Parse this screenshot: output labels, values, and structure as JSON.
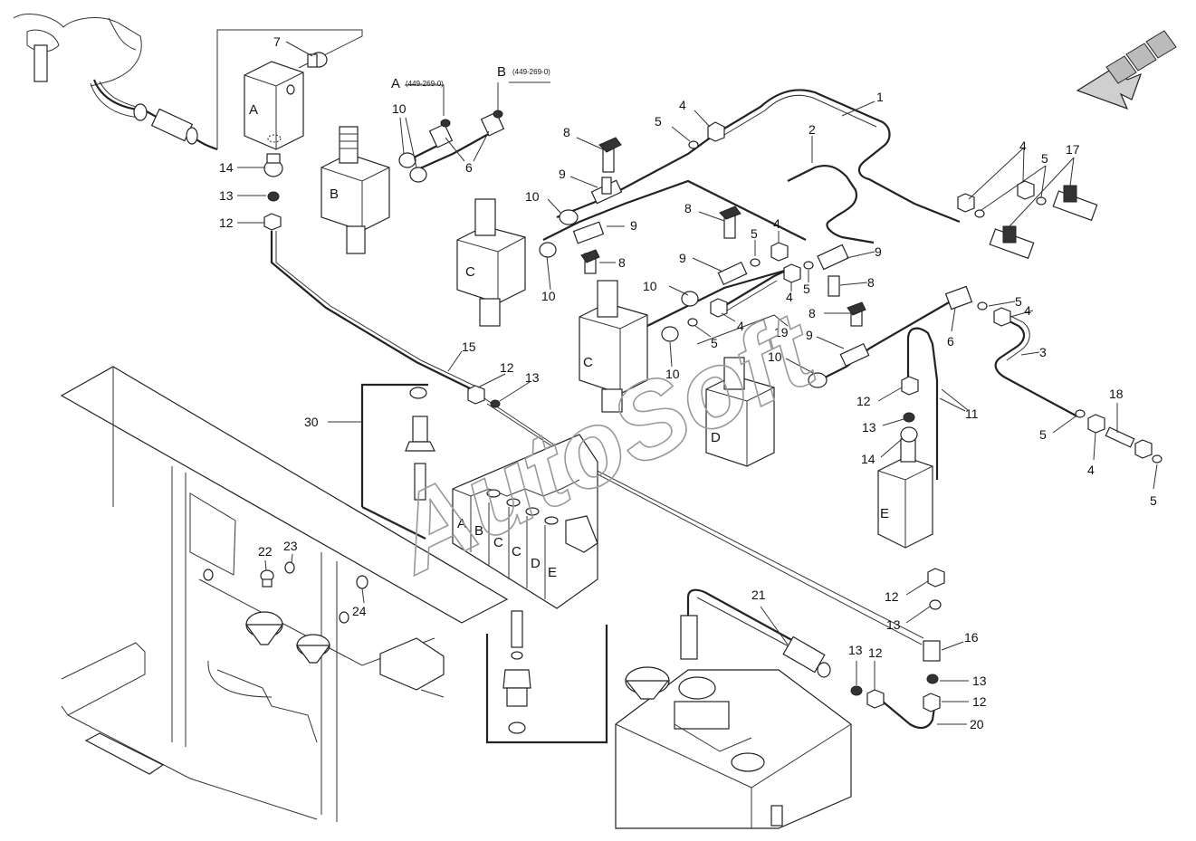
{
  "watermark": "AutoSoft",
  "refs": {
    "a_label": "A",
    "a_ref": "(449-269-0)",
    "b_label": "B",
    "b_ref": "(449-269-0)"
  },
  "valve_letters": {
    "top_a": "A",
    "top_b": "B",
    "mid_c1": "C",
    "mid_c2": "C",
    "mid_d": "D",
    "right_e": "E",
    "bank_a": "A",
    "bank_b": "B",
    "bank_c1": "C",
    "bank_c2": "C",
    "bank_d": "D",
    "bank_e": "E"
  },
  "callouts": [
    {
      "id": "c7",
      "text": "7"
    },
    {
      "id": "c14a",
      "text": "14"
    },
    {
      "id": "c13a",
      "text": "13"
    },
    {
      "id": "c12a",
      "text": "12"
    },
    {
      "id": "c10a",
      "text": "10"
    },
    {
      "id": "c6a",
      "text": "6"
    },
    {
      "id": "c1",
      "text": "1"
    },
    {
      "id": "c4a",
      "text": "4"
    },
    {
      "id": "c5a",
      "text": "5"
    },
    {
      "id": "c8a",
      "text": "8"
    },
    {
      "id": "c9a",
      "text": "9"
    },
    {
      "id": "c10b",
      "text": "10"
    },
    {
      "id": "c9b",
      "text": "9"
    },
    {
      "id": "c8b",
      "text": "8"
    },
    {
      "id": "c10c",
      "text": "10"
    },
    {
      "id": "c2",
      "text": "2"
    },
    {
      "id": "c8c",
      "text": "8"
    },
    {
      "id": "c5b",
      "text": "5"
    },
    {
      "id": "c4b",
      "text": "4"
    },
    {
      "id": "c9c",
      "text": "9"
    },
    {
      "id": "c9d",
      "text": "9"
    },
    {
      "id": "c5c",
      "text": "5"
    },
    {
      "id": "c8d",
      "text": "8"
    },
    {
      "id": "c10d",
      "text": "10"
    },
    {
      "id": "c4c",
      "text": "4"
    },
    {
      "id": "c4d",
      "text": "4"
    },
    {
      "id": "c5d",
      "text": "5"
    },
    {
      "id": "c19",
      "text": "19"
    },
    {
      "id": "c8e",
      "text": "8"
    },
    {
      "id": "c9e",
      "text": "9"
    },
    {
      "id": "c10e",
      "text": "10"
    },
    {
      "id": "c10f",
      "text": "10"
    },
    {
      "id": "c4e",
      "text": "4"
    },
    {
      "id": "c5e",
      "text": "5"
    },
    {
      "id": "c17",
      "text": "17"
    },
    {
      "id": "c5f",
      "text": "5"
    },
    {
      "id": "c4f",
      "text": "4"
    },
    {
      "id": "c6b",
      "text": "6"
    },
    {
      "id": "c3",
      "text": "3"
    },
    {
      "id": "c15",
      "text": "15"
    },
    {
      "id": "c12b",
      "text": "12"
    },
    {
      "id": "c13b",
      "text": "13"
    },
    {
      "id": "c30",
      "text": "30"
    },
    {
      "id": "c11",
      "text": "11"
    },
    {
      "id": "c12c",
      "text": "12"
    },
    {
      "id": "c13c",
      "text": "13"
    },
    {
      "id": "c14b",
      "text": "14"
    },
    {
      "id": "c18",
      "text": "18"
    },
    {
      "id": "c5g",
      "text": "5"
    },
    {
      "id": "c4g",
      "text": "4"
    },
    {
      "id": "c5h",
      "text": "5"
    },
    {
      "id": "c22",
      "text": "22"
    },
    {
      "id": "c23",
      "text": "23"
    },
    {
      "id": "c24",
      "text": "24"
    },
    {
      "id": "c21",
      "text": "21"
    },
    {
      "id": "c12d",
      "text": "12"
    },
    {
      "id": "c13d",
      "text": "13"
    },
    {
      "id": "c16",
      "text": "16"
    },
    {
      "id": "c13e",
      "text": "13"
    },
    {
      "id": "c12e",
      "text": "12"
    },
    {
      "id": "c13f",
      "text": "13"
    },
    {
      "id": "c12f",
      "text": "12"
    },
    {
      "id": "c20",
      "text": "20"
    }
  ]
}
